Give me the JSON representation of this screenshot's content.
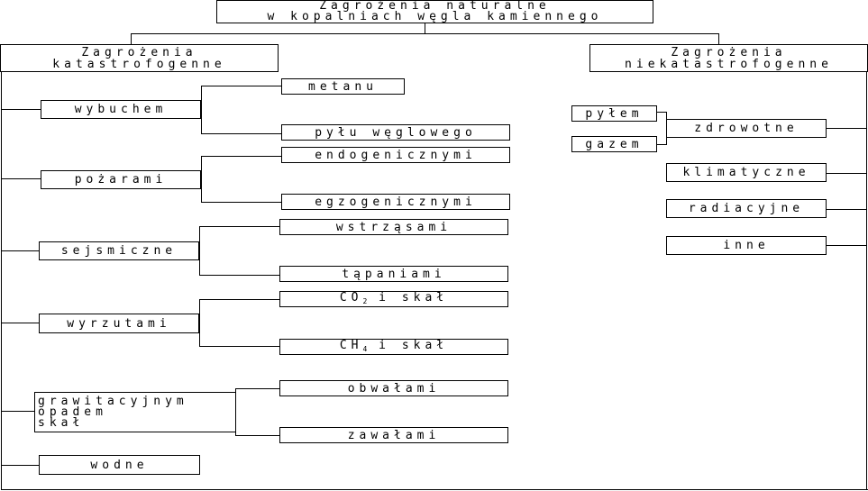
{
  "root": {
    "line1": "Zagrożenia naturalne",
    "line2": "w kopalniach węgla kamiennego"
  },
  "catastrophic": {
    "title_line1": "Zagrożenia",
    "title_line2": "katastrofogenne",
    "groups": [
      {
        "label": "wybuchem",
        "children": [
          "metanu",
          "pyłu węglowego"
        ]
      },
      {
        "label": "pożarami",
        "children": [
          "endogenicznymi",
          "egzogenicznymi"
        ]
      },
      {
        "label": "sejsmiczne",
        "children": [
          "wstrząsami",
          "tąpaniami"
        ]
      },
      {
        "label": "wyrzutami",
        "children": [
          {
            "main": "CO",
            "sub": "2",
            "rest": " i skał"
          },
          {
            "main": "CH",
            "sub": "4",
            "rest": " i skał"
          }
        ]
      },
      {
        "label_lines": [
          "grawitacyjnym",
          "opadem",
          "skał"
        ],
        "children": [
          "obwałami",
          "zawałami"
        ]
      },
      {
        "label": "wodne",
        "children": []
      }
    ]
  },
  "noncatastrophic": {
    "title_line1": "Zagrożenia",
    "title_line2": "niekatastrofogenne",
    "items": [
      {
        "label": "zdrowotne",
        "children": [
          "pyłem",
          "gazem"
        ]
      },
      {
        "label": "klimatyczne"
      },
      {
        "label": "radiacyjne"
      },
      {
        "label": "inne"
      }
    ]
  }
}
